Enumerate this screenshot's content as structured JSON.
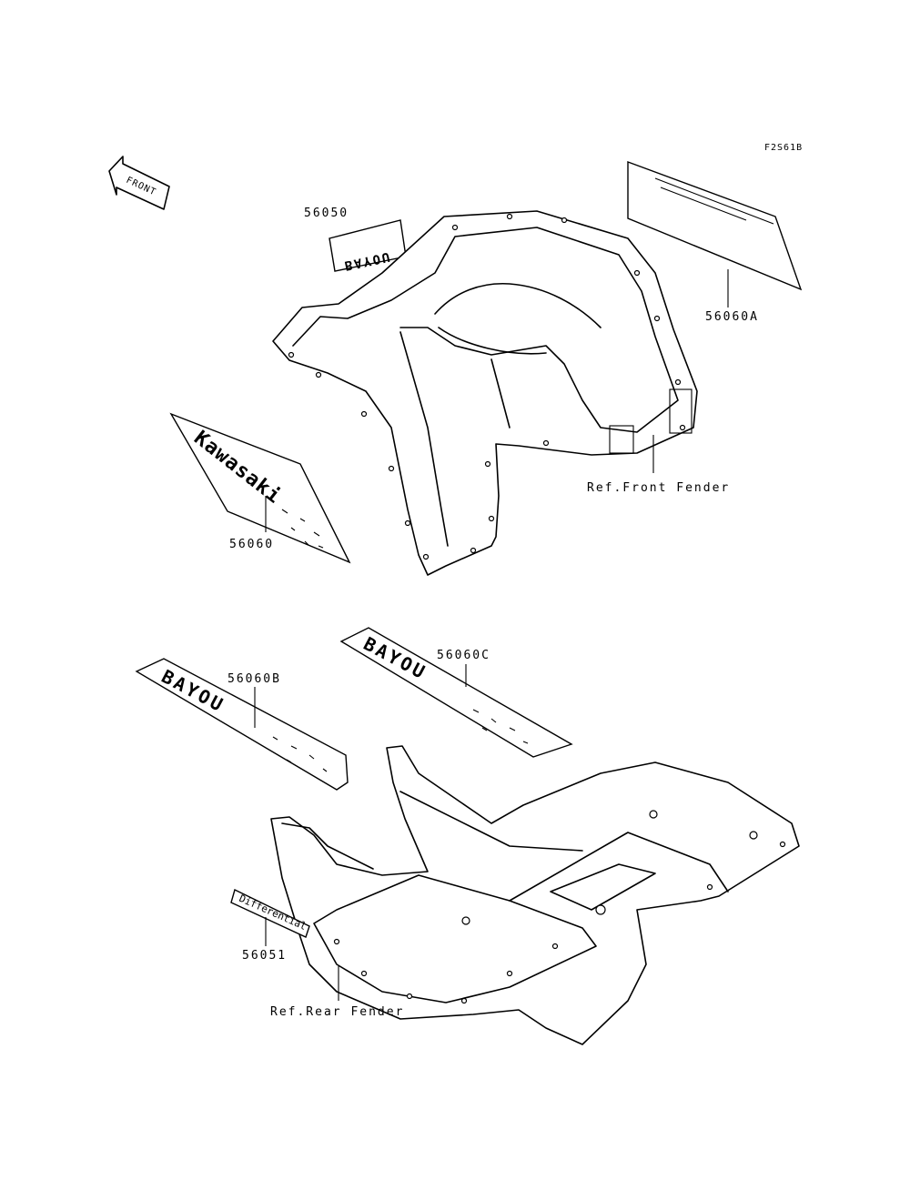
{
  "diagram": {
    "code": "F2S61B",
    "front_label": "FRONT",
    "parts": [
      {
        "id": "56050",
        "label": "56050"
      },
      {
        "id": "56060A",
        "label": "56060A"
      },
      {
        "id": "56060",
        "label": "56060"
      },
      {
        "id": "56060B",
        "label": "56060B"
      },
      {
        "id": "56060C",
        "label": "56060C"
      },
      {
        "id": "56051",
        "label": "56051"
      }
    ],
    "refs": {
      "front_fender": "Ref.Front Fender",
      "rear_fender": "Ref.Rear Fender"
    },
    "decal_text": {
      "kawasaki": "Kawasaki",
      "bayou": "BAYOU",
      "differential": "Differential"
    }
  }
}
